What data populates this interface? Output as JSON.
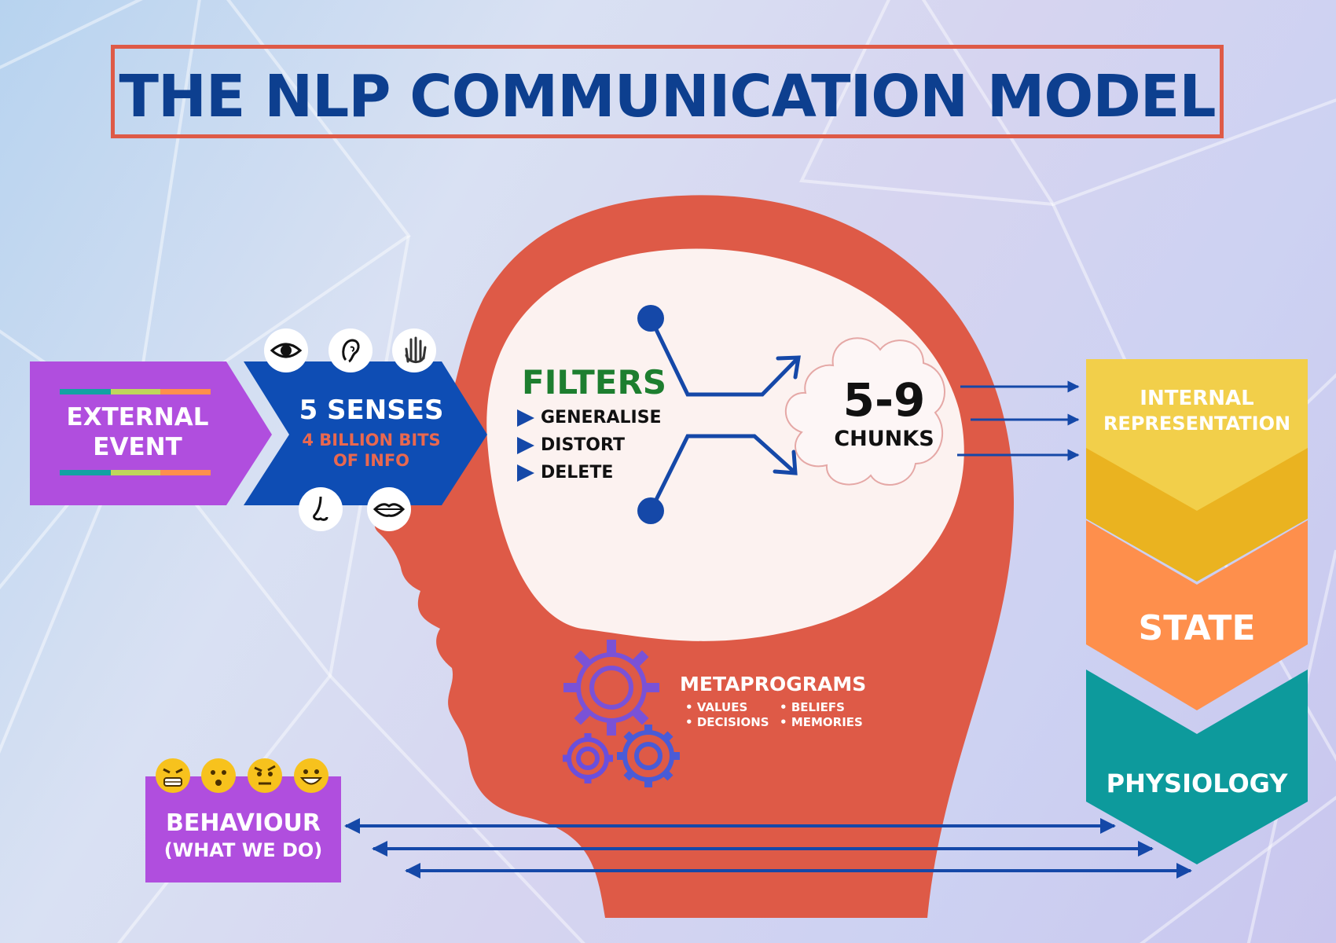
{
  "title": "THE NLP COMMUNICATION MODEL",
  "external_event": {
    "line1": "EXTERNAL",
    "line2": "EVENT"
  },
  "senses": {
    "heading": "5 SENSES",
    "sub1": "4 BILLION BITS",
    "sub2": "OF INFO",
    "icons": [
      "eye-icon",
      "ear-icon",
      "hand-icon",
      "nose-icon",
      "lips-icon"
    ]
  },
  "filters": {
    "heading": "FILTERS",
    "items": [
      "GENERALISE",
      "DISTORT",
      "DELETE"
    ]
  },
  "chunks": {
    "number": "5-9",
    "label": "CHUNKS"
  },
  "metaprograms": {
    "heading": "METAPROGRAMS",
    "items": [
      "VALUES",
      "BELIEFS",
      "DECISIONS",
      "MEMORIES"
    ]
  },
  "stack": {
    "internal_line1": "INTERNAL",
    "internal_line2": "REPRESENTATION",
    "state": "STATE",
    "physiology": "PHYSIOLOGY"
  },
  "behaviour": {
    "line1": "BEHAVIOUR",
    "line2": "(WHAT WE DO)"
  },
  "colors": {
    "title_blue": "#0d3f8f",
    "title_border": "#de5a47",
    "head_red": "#de5a47",
    "external_purple": "#b04ede",
    "senses_blue": "#0e4db4",
    "filters_green": "#1d7e2f",
    "internal_yellow": "#f2cf4a",
    "state_orange": "#fe8f4c",
    "physiology_teal": "#0d9a9c",
    "behaviour_purple": "#b04ede",
    "arrow_blue": "#1548a8"
  }
}
